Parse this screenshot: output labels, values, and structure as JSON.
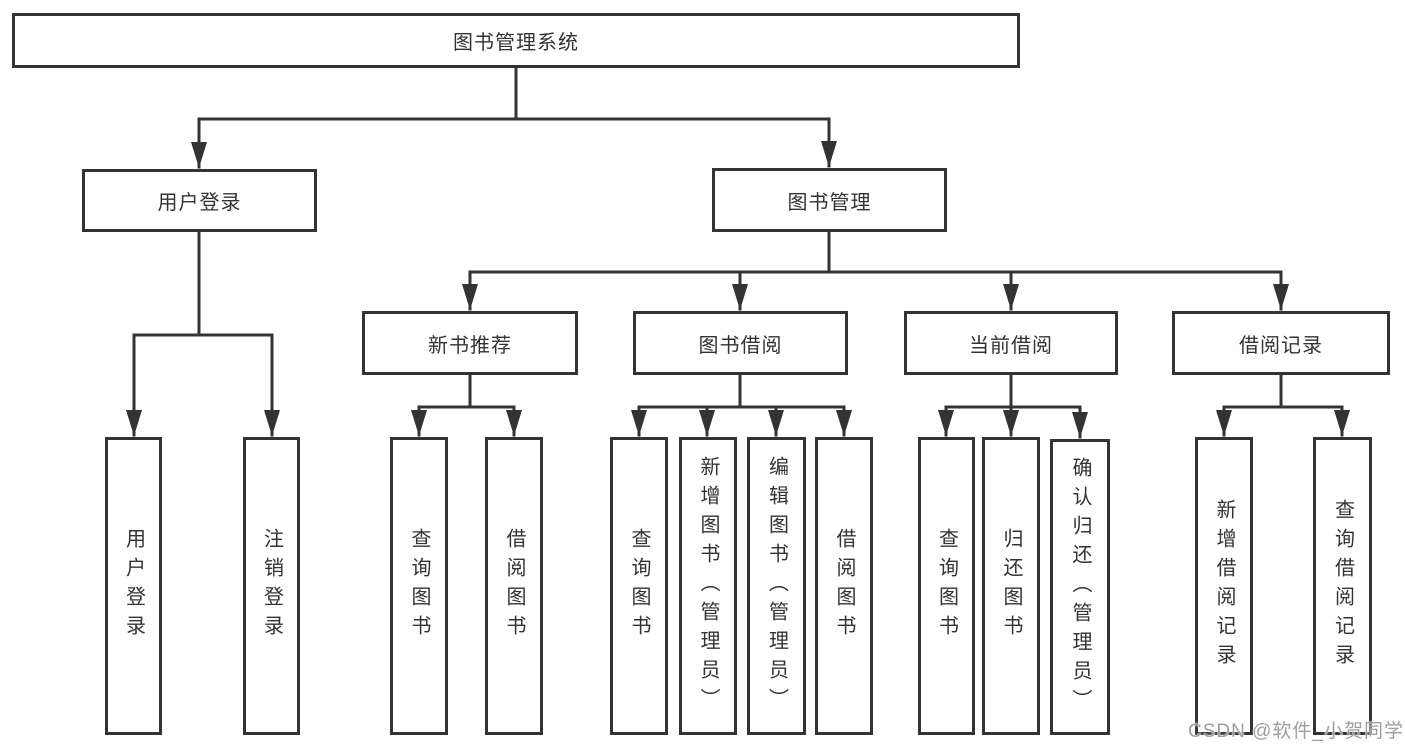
{
  "nodes": {
    "root": {
      "label": "图书管理系统"
    },
    "user_login": {
      "label": "用户登录"
    },
    "book_management": {
      "label": "图书管理"
    },
    "new_book_recommend": {
      "label": "新书推荐"
    },
    "book_borrow": {
      "label": "图书借阅"
    },
    "current_borrow": {
      "label": "当前借阅"
    },
    "borrow_records": {
      "label": "借阅记录"
    },
    "leaf_user_login": {
      "label": "用户登录"
    },
    "leaf_logout": {
      "label": "注销登录"
    },
    "leaf_nb_query": {
      "label": "查询图书"
    },
    "leaf_nb_borrow": {
      "label": "借阅图书"
    },
    "leaf_bb_query": {
      "label": "查询图书"
    },
    "leaf_bb_add": {
      "label": "新增图书（管理员）"
    },
    "leaf_bb_edit": {
      "label": "编辑图书（管理员）"
    },
    "leaf_bb_borrow": {
      "label": "借阅图书"
    },
    "leaf_cb_query": {
      "label": "查询图书"
    },
    "leaf_cb_return": {
      "label": "归还图书"
    },
    "leaf_cb_confirm": {
      "label": "确认归还（管理员）"
    },
    "leaf_br_add": {
      "label": "新增借阅记录"
    },
    "leaf_br_query": {
      "label": "查询借阅记录"
    }
  },
  "watermark": {
    "text": "CSDN @软件_小贺同学"
  },
  "colors": {
    "line": "#333333",
    "text": "#333333",
    "box_background": "#ffffff",
    "background": "#ffffff",
    "watermark": "#9e9e9e"
  }
}
